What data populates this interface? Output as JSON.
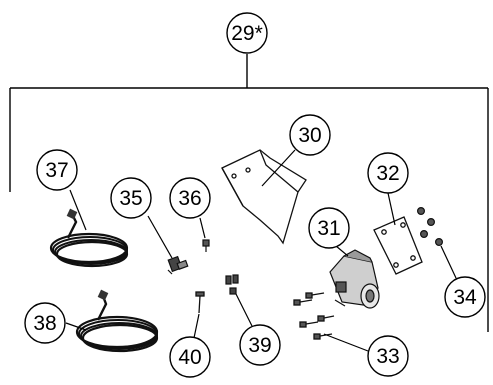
{
  "diagram": {
    "assembly_label": "29*",
    "callouts": {
      "c30": "30",
      "c31": "31",
      "c32": "32",
      "c33": "33",
      "c34": "34",
      "c35": "35",
      "c36": "36",
      "c37": "37",
      "c38": "38",
      "c39": "39",
      "c40": "40"
    }
  }
}
